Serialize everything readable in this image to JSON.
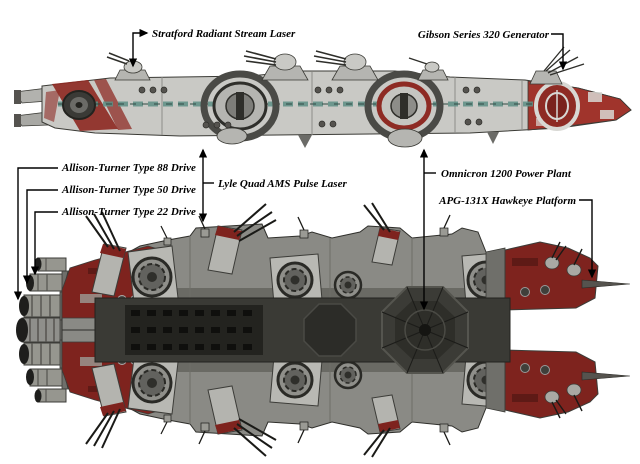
{
  "diagram": {
    "labels": {
      "stratford": "Stratford Radiant Stream Laser",
      "gibson": "Gibson Series 320 Generator",
      "allison88": "Allison-Turner Type 88 Drive",
      "allison50": "Allison-Turner Type 50 Drive",
      "allison22": "Allison-Turner Type 22 Drive",
      "lyle": "Lyle Quad AMS Pulse Laser",
      "omnicron": "Omnicron 1200 Power Plant",
      "apg": "APG-131X Hawkeye Platform"
    },
    "colors": {
      "background": "#ffffff",
      "callout_line": "#000000",
      "hull_light": "#c9c9c5",
      "hull_mid": "#8a8a85",
      "hull_dark": "#3a3a35",
      "accent_red": "#8e2b24",
      "accent_red_dark": "#7e231e",
      "stripe_teal": "#5d8f85"
    }
  }
}
